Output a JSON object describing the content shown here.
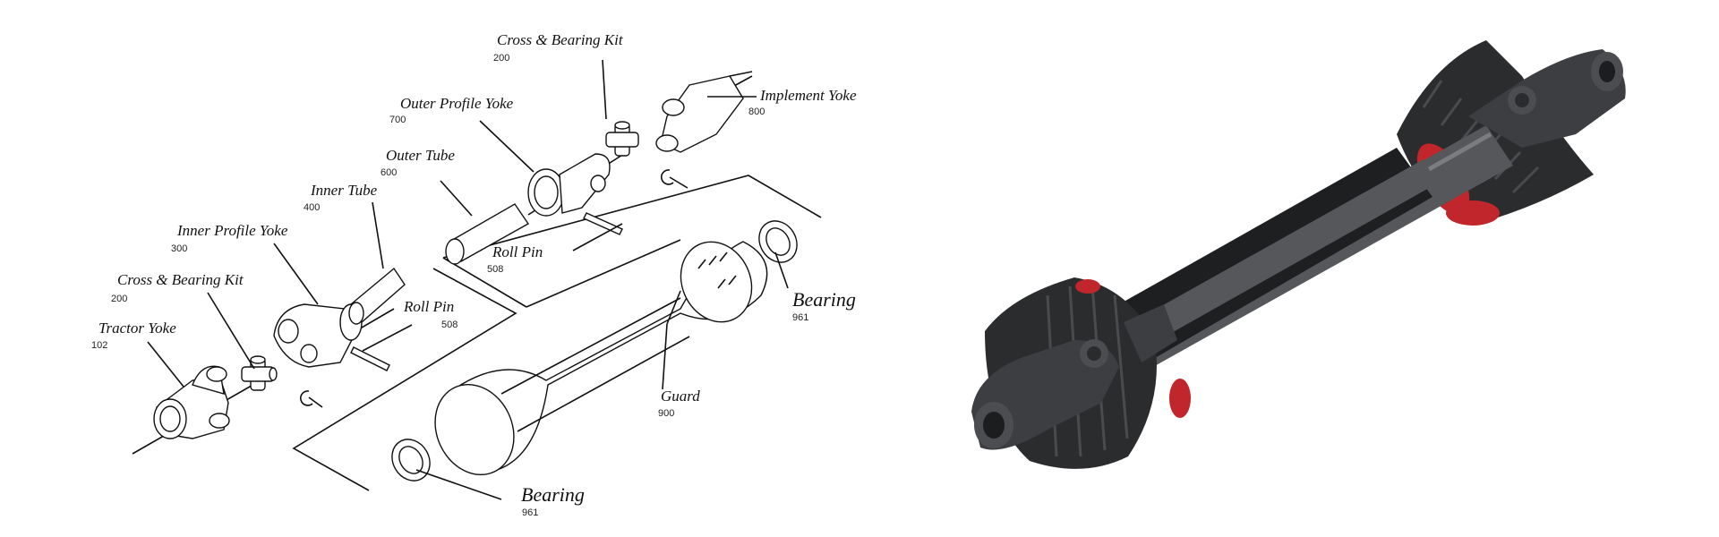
{
  "exploded_view": {
    "labels": {
      "cross_kit_upper": {
        "name": "Cross & Bearing Kit",
        "number": "200"
      },
      "implement_yoke": {
        "name": "Implement Yoke",
        "number": "800"
      },
      "outer_profile_yoke": {
        "name": "Outer Profile Yoke",
        "number": "700"
      },
      "outer_tube": {
        "name": "Outer Tube",
        "number": "600"
      },
      "inner_tube": {
        "name": "Inner Tube",
        "number": "400"
      },
      "inner_profile_yoke": {
        "name": "Inner Profile Yoke",
        "number": "300"
      },
      "cross_kit_lower": {
        "name": "Cross & Bearing Kit",
        "number": "200"
      },
      "tractor_yoke": {
        "name": "Tractor Yoke",
        "number": "102"
      },
      "roll_pin_upper": {
        "name": "Roll Pin",
        "number": "508"
      },
      "roll_pin_lower": {
        "name": "Roll Pin",
        "number": "508"
      },
      "bearing_right": {
        "name": "Bearing",
        "number": "961"
      },
      "guard": {
        "name": "Guard",
        "number": "900"
      },
      "bearing_bottom": {
        "name": "Bearing",
        "number": "961"
      }
    }
  },
  "render": {
    "colors": {
      "body": "#3a3b3d",
      "tube": "#55575a",
      "accent": "#c0262b"
    }
  }
}
